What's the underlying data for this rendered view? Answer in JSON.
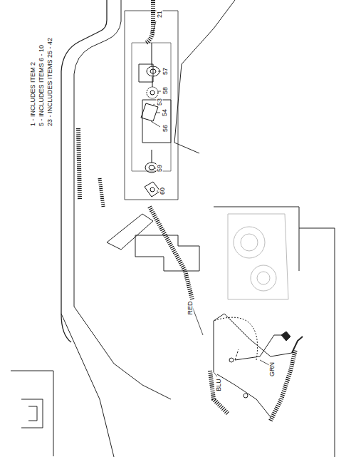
{
  "diagram": {
    "labels": [
      "1 - INCLUDES ITEM 2",
      "5 - INCLUDES ITEMS 6 - 10",
      "23 - INCLUDES ITEMS 25 - 42",
      "21",
      "57",
      "58",
      "53",
      "54",
      "56",
      "59",
      "60",
      "RED",
      "BLU",
      "GRN"
    ]
  }
}
